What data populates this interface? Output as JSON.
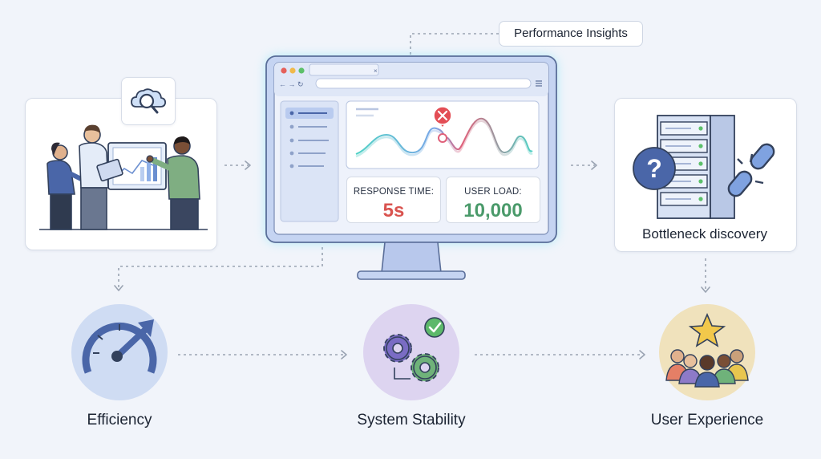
{
  "callout": {
    "performance_insights": "Performance Insights"
  },
  "dashboard": {
    "response_time_label": "RESPONSE TIME:",
    "response_time_value": "5s",
    "user_load_label": "USER LOAD:",
    "user_load_value": "10,000",
    "alert_icon": "x-alert-icon"
  },
  "nodes": {
    "bottleneck": "Bottleneck discovery",
    "efficiency": "Efficiency",
    "stability": "System Stability",
    "experience": "User Experience"
  },
  "colors": {
    "background": "#f1f4fa",
    "response_red": "#d9534f",
    "user_load_green": "#4a9a6a",
    "accent_blue": "#4a66a8",
    "glow": "#7fe3f5"
  },
  "icons": [
    "cloud-search-icon",
    "server-rack-icon",
    "question-icon",
    "broken-link-icon",
    "speedometer-icon",
    "gears-icon",
    "check-icon",
    "star-icon",
    "user-group-icon"
  ]
}
